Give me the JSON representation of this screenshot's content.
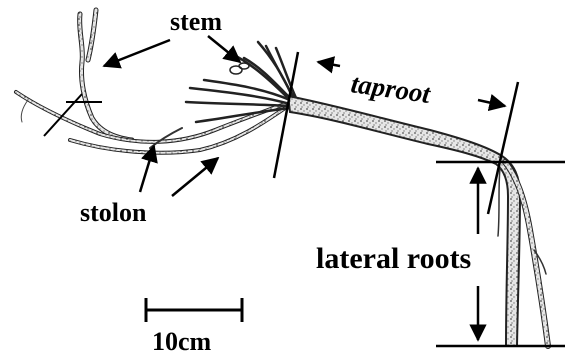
{
  "labels": {
    "stem": "stem",
    "taproot": "taproot",
    "stolon": "stolon",
    "lateral_roots": "lateral roots",
    "scale": "10cm"
  },
  "colors": {
    "ink": "#000000",
    "root_fill": "#d9d9d9",
    "root_dark": "#3a3a3a",
    "background": "#ffffff"
  }
}
